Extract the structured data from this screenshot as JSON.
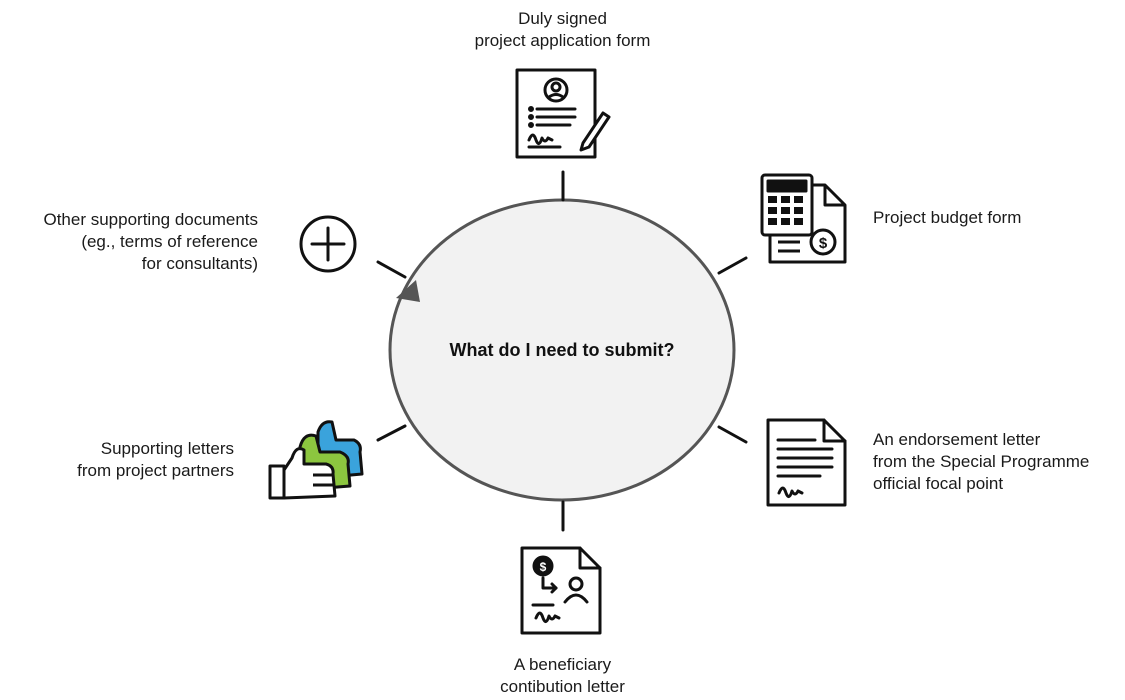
{
  "center_question": "What do I need to submit?",
  "items": [
    {
      "id": "application",
      "icon": "signed-form-icon",
      "lines": [
        "Duly signed",
        "project application form"
      ]
    },
    {
      "id": "budget",
      "icon": "calculator-budget-icon",
      "lines": [
        "Project budget form"
      ]
    },
    {
      "id": "endorsement",
      "icon": "signed-letter-icon",
      "lines": [
        "An endorsement letter",
        "from the Special Programme",
        "official focal point"
      ]
    },
    {
      "id": "contribution",
      "icon": "contribution-letter-icon",
      "lines": [
        "A beneficiary",
        "contibution letter"
      ]
    },
    {
      "id": "partners",
      "icon": "thumbs-up-icon",
      "lines": [
        "Supporting letters",
        "from project partners"
      ]
    },
    {
      "id": "other",
      "icon": "plus-circle-icon",
      "lines": [
        "Other supporting documents",
        "(eg., terms of reference",
        "for consultants)"
      ]
    }
  ],
  "colors": {
    "circle_fill": "#f2f2f2",
    "circle_stroke": "#555555",
    "line": "#111111",
    "thumb_blue": "#3aa3dc",
    "thumb_green": "#8cc63f"
  }
}
